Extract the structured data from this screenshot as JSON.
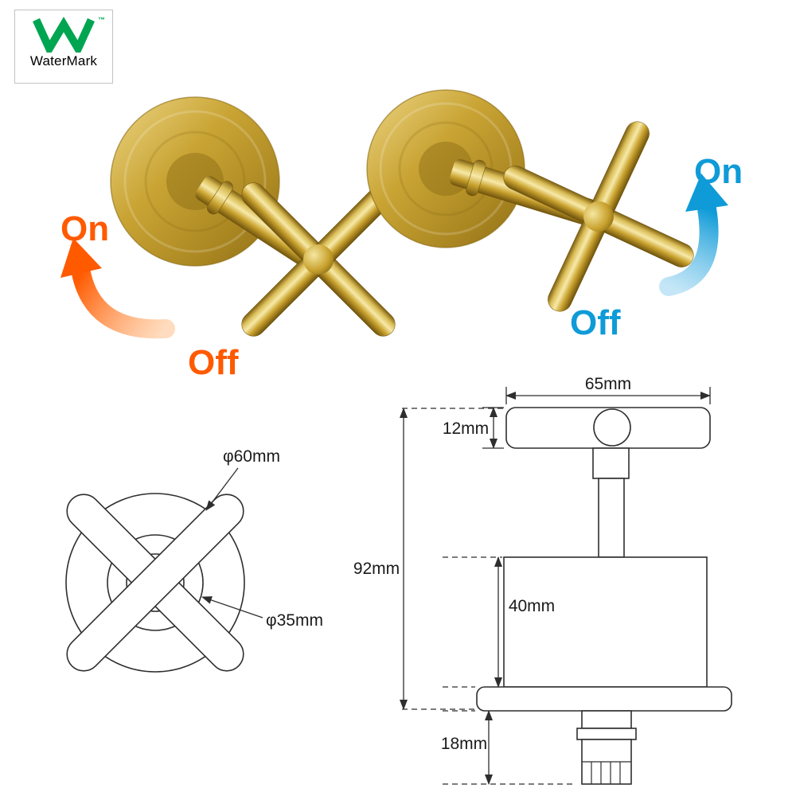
{
  "certification": {
    "logo_text": "WaterMark",
    "trademark_symbol": "™"
  },
  "handle_annotations": {
    "left": {
      "on": "On",
      "off": "Off",
      "color": "#ff5a00"
    },
    "right": {
      "on": "On",
      "off": "Off",
      "color": "#0f9bd7"
    }
  },
  "front_view": {
    "outer_diameter_label": "φ60mm",
    "inner_diameter_label": "φ35mm"
  },
  "side_view": {
    "handle_width_label": "65mm",
    "handle_height_label": "12mm",
    "total_height_label": "92mm",
    "body_height_label": "40mm",
    "spindle_height_label": "18mm"
  },
  "colors": {
    "gold": "#c9a22e",
    "orange": "#ff5a00",
    "blue": "#0f9bd7",
    "green": "#00a551",
    "line": "#2e2e2e"
  }
}
